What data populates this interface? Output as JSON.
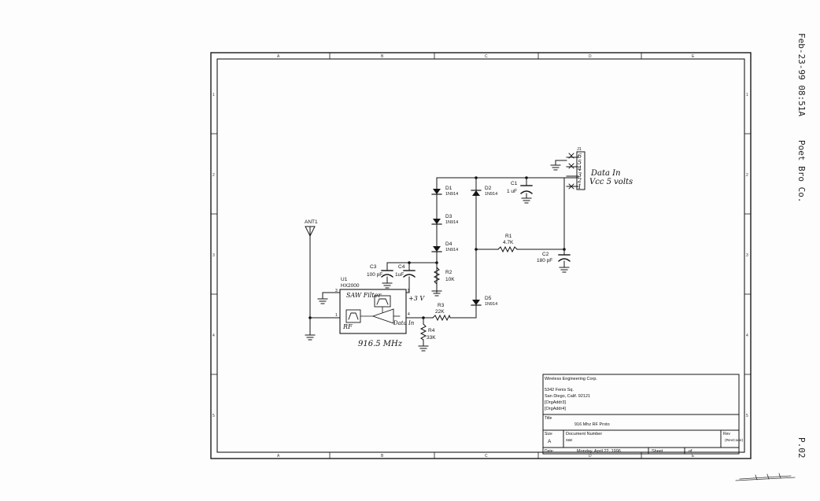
{
  "fax_header": {
    "date_time": "Feb-23-99 08:51A",
    "sender": "Poet Bro Co.",
    "page": "P.02"
  },
  "zones": {
    "columns_top": [
      "A",
      "B",
      "C",
      "D",
      "E"
    ],
    "columns_bottom": [
      "A",
      "B",
      "C",
      "D",
      "E"
    ],
    "rows": [
      "1",
      "2",
      "3",
      "4",
      "5"
    ]
  },
  "components": {
    "antenna": {
      "ref": "ANT1"
    },
    "u1": {
      "ref": "U1",
      "part": "HX2000",
      "note": "SAW Filter",
      "pin_labels": [
        "RF",
        "Data In"
      ],
      "supply_note": "+3 V",
      "freq_note": "916.5 MHz"
    },
    "c3": {
      "ref": "C3",
      "value": "100 pF"
    },
    "c4": {
      "ref": "C4",
      "value": "1uF"
    },
    "c1": {
      "ref": "C1",
      "value": "1 uF"
    },
    "c2": {
      "ref": "C2",
      "value": "180 pF"
    },
    "d1": {
      "ref": "D1",
      "value": "1N914"
    },
    "d2": {
      "ref": "D2",
      "value": "1N914"
    },
    "d3": {
      "ref": "D3",
      "value": "1N914"
    },
    "d4": {
      "ref": "D4",
      "value": "1N914"
    },
    "d5": {
      "ref": "D5",
      "value": "1N914"
    },
    "r1": {
      "ref": "R1",
      "value": "4.7K"
    },
    "r2": {
      "ref": "R2",
      "value": "10K"
    },
    "r3": {
      "ref": "R3",
      "value": "22K"
    },
    "r4": {
      "ref": "R4",
      "value": "33K"
    },
    "j1": {
      "ref": "J1",
      "pins": [
        "6",
        "5",
        "4",
        "3",
        "2",
        "1"
      ],
      "note_line1": "Data In",
      "note_line2": "Vcc 5 volts"
    }
  },
  "title_block": {
    "company": "Wireless Engineering Corp.",
    "address_1": "5342 Fenis Sq.",
    "address_2": "San Diego, Calif.   92121",
    "org_addr_3": "[OrgAddr3]",
    "org_addr_4": "[OrgAddr4]",
    "title_label": "Title",
    "title": "916 Mhz RF Proto",
    "size_label": "Size",
    "size": "A",
    "docnum_label": "Document Number",
    "docnum": "sac",
    "rev_label": "Rev",
    "rev": "(RevCode)",
    "date_label": "Date:",
    "date": "Monday, April 22, 1996",
    "sheet_label": "Sheet",
    "of_label": "of"
  }
}
